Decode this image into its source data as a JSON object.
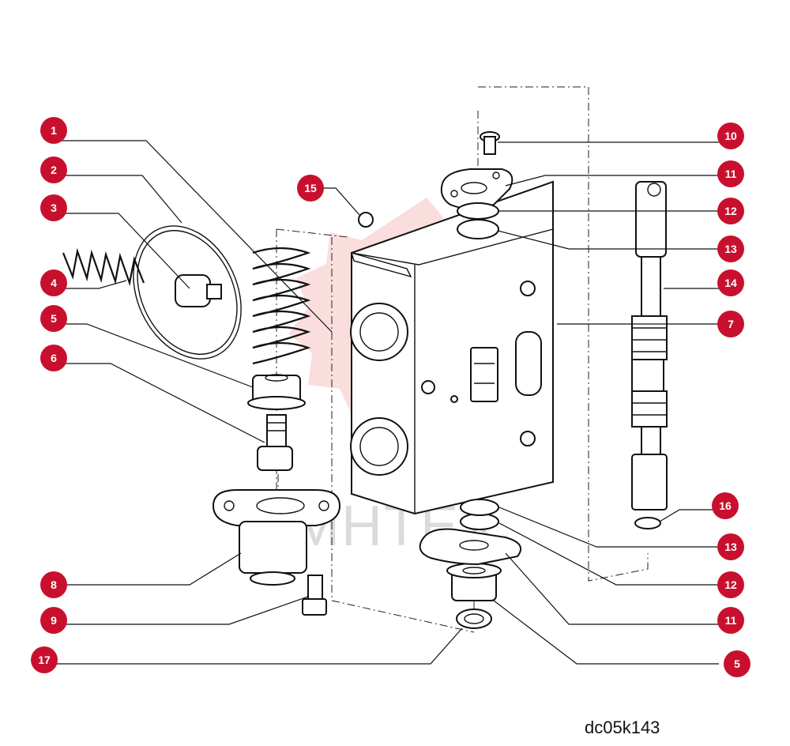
{
  "drawing_code": "dc05k143",
  "watermark_text": "МНТЕХ",
  "accent_color": "#c8102e",
  "callouts": [
    {
      "label": "1"
    },
    {
      "label": "2"
    },
    {
      "label": "3"
    },
    {
      "label": "4"
    },
    {
      "label": "5"
    },
    {
      "label": "6"
    },
    {
      "label": "8"
    },
    {
      "label": "9"
    },
    {
      "label": "17"
    },
    {
      "label": "15"
    },
    {
      "label": "10"
    },
    {
      "label": "11"
    },
    {
      "label": "12"
    },
    {
      "label": "13"
    },
    {
      "label": "14"
    },
    {
      "label": "7"
    },
    {
      "label": "16"
    },
    {
      "label": "13"
    },
    {
      "label": "12"
    },
    {
      "label": "11"
    },
    {
      "label": "5"
    }
  ]
}
